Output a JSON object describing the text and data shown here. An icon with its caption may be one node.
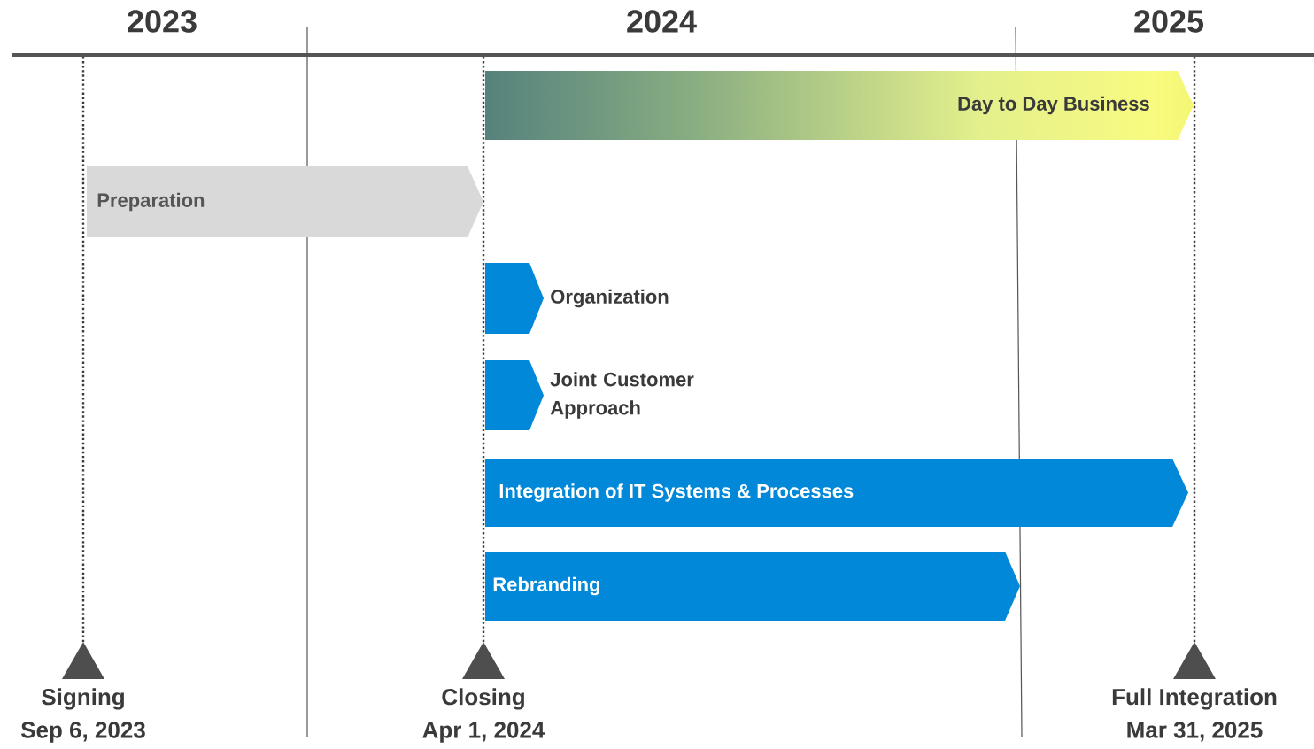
{
  "diagram": {
    "nodes": [
      {
        "text": [
          "Day to Day Business"
        ]
      },
      {
        "text": [
          "Preparation"
        ]
      },
      {
        "text": [
          "Organization"
        ]
      },
      {
        "text": [
          "Joint Customer Approach"
        ]
      },
      {
        "text": [
          "Integration of IT Systems & Processes"
        ]
      },
      {
        "text": [
          "Rebranding"
        ]
      },
      {
        "text": [
          "Signing",
          "Sep 6, 2023"
        ]
      },
      {
        "text": [
          "Closing",
          "Apr 1, 2024"
        ]
      },
      {
        "text": [
          "Full Integration",
          "Mar 31, 2025"
        ]
      }
    ],
    "labels": [
      "2023",
      "2024",
      "2025"
    ]
  }
}
